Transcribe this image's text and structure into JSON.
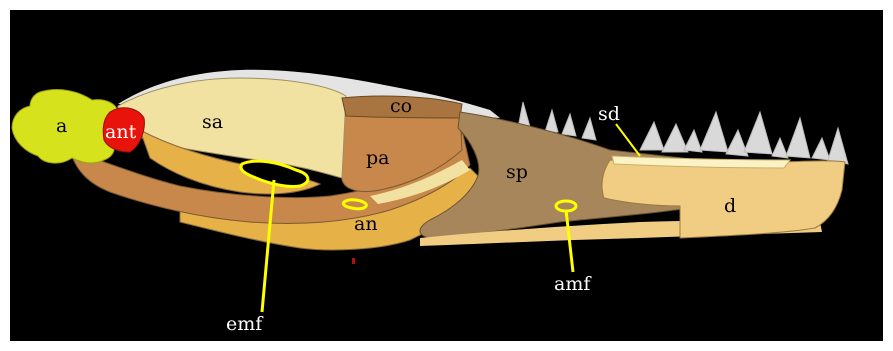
{
  "labels": {
    "a": "a",
    "ant": "ant",
    "sa": "sa",
    "co": "co",
    "pa": "pa",
    "an": "an",
    "sp": "sp",
    "sd": "sd",
    "d": "d",
    "emf": "emf",
    "amf": "amf"
  },
  "colors": {
    "background": "#000000",
    "articular": "#d6e21c",
    "articular_notch": "#e8140c",
    "surangular": "#f2e2a2",
    "coronoid": "#a87440",
    "prearticular": "#c8884c",
    "angular": "#e6b248",
    "splenial": "#a6865a",
    "dentary": "#f0cd82",
    "subdental": "#fbf3c6",
    "teeth": "#d9d9d9",
    "fenestra_outline": "#ffff00",
    "pointer_line": "#ffff00"
  }
}
